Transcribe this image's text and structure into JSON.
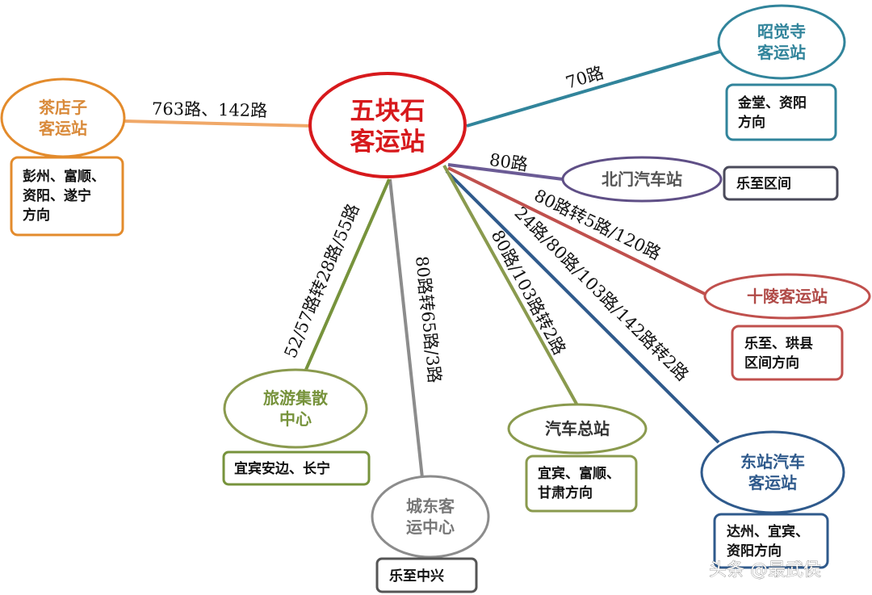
{
  "center": {
    "line1": "五块石",
    "line2": "客运站",
    "color": "#d7191c"
  },
  "stations": [
    {
      "id": "chadianzi",
      "name_lines": [
        "茶店子",
        "客运站"
      ],
      "route": "763路、142路",
      "directions": [
        "彭州、富顺、",
        "资阳、遂宁",
        "方向"
      ],
      "color": "#e38b2c"
    },
    {
      "id": "zhaojuesi",
      "name_lines": [
        "昭觉寺",
        "客运站"
      ],
      "route": "70路",
      "directions": [
        "金堂、资阳",
        "方向"
      ],
      "color": "#31849b"
    },
    {
      "id": "beimen",
      "name_lines": [
        "北门汽车站"
      ],
      "route": "80路",
      "directions": [
        "乐至区间"
      ],
      "color": "#5f4f86"
    },
    {
      "id": "shiling",
      "name_lines": [
        "十陵客运站"
      ],
      "route": "80路转5路/120路",
      "directions": [
        "乐至、珙县",
        "区间方向"
      ],
      "color": "#c0504d"
    },
    {
      "id": "dongzhan",
      "name_lines": [
        "东站汽车",
        "客运站"
      ],
      "route": "24路/80路/103路/142路转2路",
      "directions": [
        "达州、宜宾、",
        "资阳方向"
      ],
      "color": "#2f5a8c"
    },
    {
      "id": "qichezongzhan",
      "name_lines": [
        "汽车总站"
      ],
      "route": "80路/103路转2路",
      "directions": [
        "宜宾、富顺、",
        "甘肃方向"
      ],
      "color": "#8a9a4e"
    },
    {
      "id": "chengdong",
      "name_lines": [
        "城东客",
        "运中心"
      ],
      "route": "80路转65路/3路",
      "directions": [
        "乐至中兴"
      ],
      "color": "#8c8c8c"
    },
    {
      "id": "lvyou",
      "name_lines": [
        "旅游集散",
        "中心"
      ],
      "route": "52/57路转28路/55路",
      "directions": [
        "宜宾安边、长宁"
      ],
      "color": "#77933c"
    }
  ],
  "watermark": "头条 @最武侯"
}
